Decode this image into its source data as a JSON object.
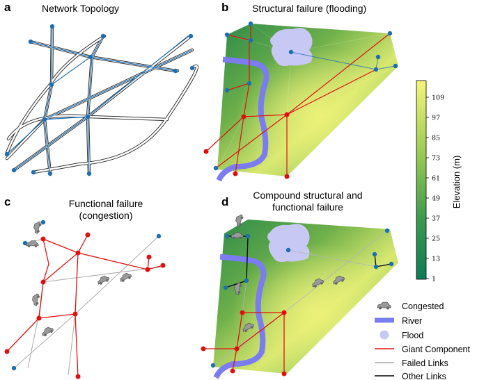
{
  "panels": {
    "a": {
      "letter": "a",
      "title": "Network Topology"
    },
    "b": {
      "letter": "b",
      "title": "Structural failure (flooding)"
    },
    "c": {
      "letter": "c",
      "title_line1": "Functional failure",
      "title_line2": "(congestion)"
    },
    "d": {
      "letter": "d",
      "title_line1": "Compound structural and",
      "title_line2": "functional failure"
    }
  },
  "colorbar": {
    "title": "Elevation (m)",
    "ticks": [
      "109",
      "97",
      "85",
      "73",
      "61",
      "49",
      "37",
      "25",
      "13",
      "1"
    ],
    "color_low": "#0f7a55",
    "color_high": "#f6f57a"
  },
  "legend": [
    {
      "icon": "car-icon",
      "label": "Congested"
    },
    {
      "icon": "river-swatch",
      "label": "River",
      "color": "#7b7bf2"
    },
    {
      "icon": "flood-swatch",
      "label": "Flood",
      "color": "#c8c8f5"
    },
    {
      "icon": "red-line",
      "label": "Giant Component",
      "color": "#e01010"
    },
    {
      "icon": "gray-line",
      "label": "Failed Links",
      "color": "#aaaaaa"
    },
    {
      "icon": "black-line",
      "label": "Other Links",
      "color": "#000000"
    }
  ],
  "colors": {
    "node_blue": "#1f6fb0",
    "node_red": "#e01010",
    "link_blue": "#1f6fb0"
  }
}
